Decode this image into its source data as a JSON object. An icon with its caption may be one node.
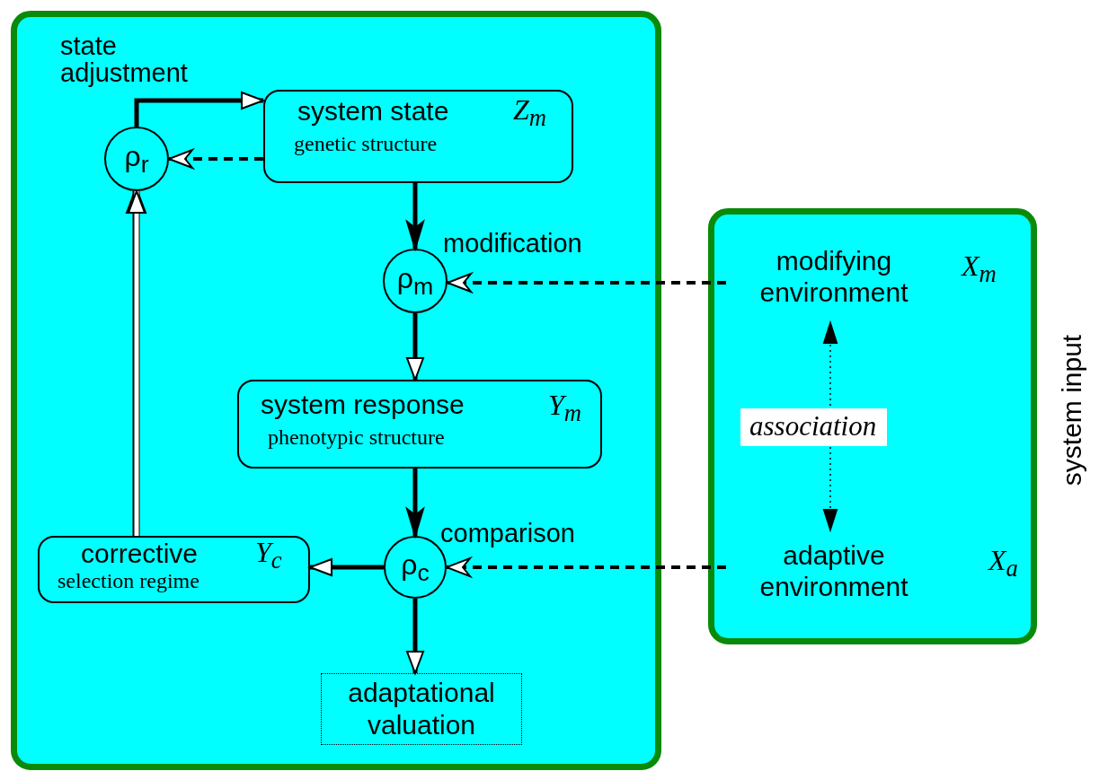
{
  "diagram": {
    "nodes": [
      {
        "text": [],
        "shape": "box"
      },
      {
        "text": [
          "ρ$_{r}$"
        ],
        "in": 0
      },
      {
        "text": [
          "system state",
          "Z$_{m}$",
          "genetic structure"
        ],
        "in": 0
      },
      {
        "text": [
          "ρ$_{m}$"
        ],
        "in": 0,
        "beside": [
          "modification"
        ]
      },
      {
        "text": [
          "system response",
          "Y$_{m}$",
          "phenotypic structure"
        ],
        "in": 0
      },
      {
        "text": [
          "corrective",
          "Y$_{c}$",
          "selection regime"
        ],
        "in": 0
      },
      {
        "text": [
          "ρ$_{c}$"
        ],
        "in": 0,
        "beside": [
          "comparison"
        ]
      },
      {
        "text": [
          "adaptational valuation"
        ],
        "in": 0
      },
      {
        "text": [
          "system input"
        ]
      },
      {
        "text": [
          "modifying environment",
          "X$_{m}$"
        ],
        "in": 8
      },
      {
        "text": [
          "adaptive environment",
          "X$_{a}$"
        ],
        "in": 8
      }
    ],
    "edges": [
      {
        "from": 1,
        "to": 2,
        "arrow": "to",
        "label": "state adjustment"
      },
      {
        "from": 2,
        "to": 1,
        "arrow": "to",
        "style": "dashed"
      },
      {
        "from": 2,
        "to": 3,
        "arrow": "to"
      },
      {
        "from": 9,
        "to": 3,
        "arrow": "to",
        "style": "dashed"
      },
      {
        "from": 3,
        "to": 4,
        "arrow": "to"
      },
      {
        "from": 4,
        "to": 6,
        "arrow": "to"
      },
      {
        "from": 6,
        "to": 5,
        "arrow": "to"
      },
      {
        "from": 10,
        "to": 6,
        "arrow": "to",
        "style": "dashed"
      },
      {
        "from": 6,
        "to": 7,
        "arrow": "to"
      },
      {
        "from": 5,
        "to": 1,
        "arrow": "to",
        "color": "#ffffff"
      },
      {
        "from": 9,
        "to": 10,
        "arrow": "both",
        "style": "dashed",
        "label": "association"
      }
    ]
  }
}
